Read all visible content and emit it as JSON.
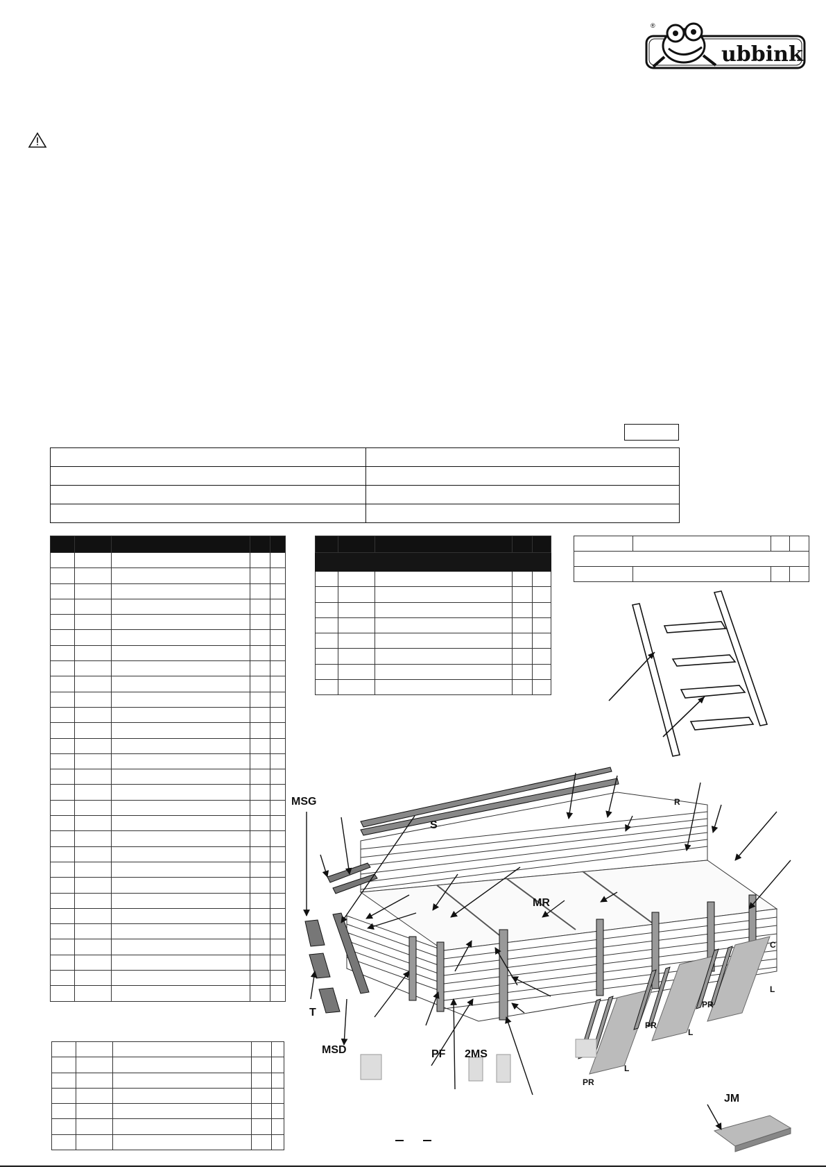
{
  "brand": {
    "logo_text": "ubbink",
    "registered_mark": "®"
  },
  "warning": {
    "icon": "warning-triangle-icon"
  },
  "parts_diagram": {
    "labels": {
      "msg": "MSG",
      "s": "S",
      "r": "R",
      "mr": "MR",
      "c": "C",
      "t": "T",
      "msd": "MSD",
      "pf": "PF",
      "ms2": "2MS",
      "pr_1": "PR",
      "pr_2": "PR",
      "pr_3": "PR",
      "l_1": "L",
      "l_2": "L",
      "l_3": "L",
      "jm": "JM"
    }
  },
  "tables": {
    "parts_left_rows": 29,
    "parts_middle_rows": 8,
    "parts_bottom_rows": 7
  }
}
